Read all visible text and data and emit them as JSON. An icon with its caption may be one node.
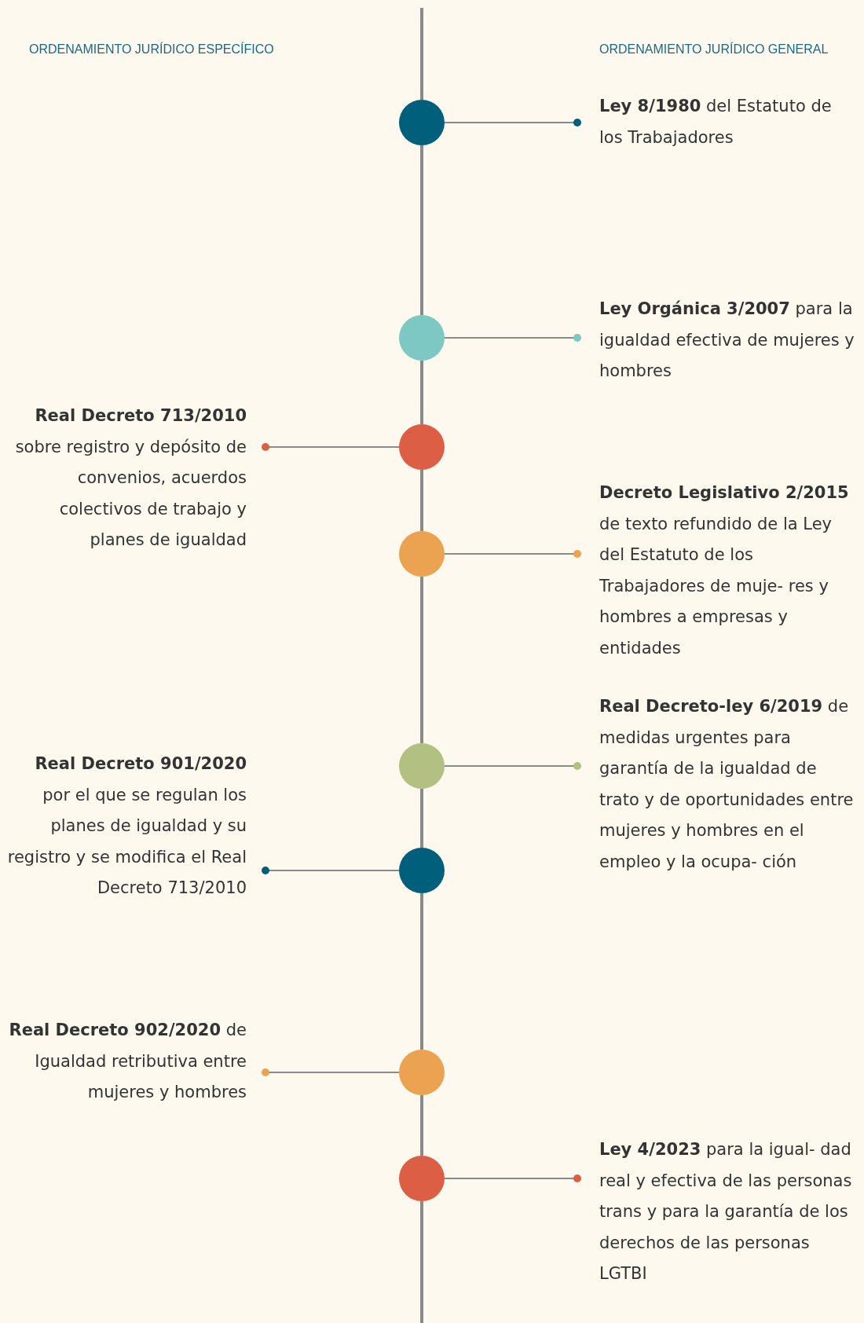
{
  "diagram": {
    "nodes": [
      {
        "text": [],
        "shape": "circle"
      },
      {
        "text": [
          "**Ley 8/1980** del Estatuto de los Trabajadores"
        ]
      },
      {
        "text": [],
        "shape": "circle"
      },
      {
        "text": [
          "**Ley Orgánica 3/2007** para la igualdad efectiva de mujeres y hombres"
        ]
      },
      {
        "text": [],
        "shape": "circle"
      },
      {
        "text": [
          "**Real Decreto 713/2010** sobre registro y depósito de convenios, acuerdos colectivos de trabajo y planes de igualdad"
        ]
      },
      {
        "text": [],
        "shape": "circle"
      },
      {
        "text": [
          "**Decreto Legislativo 2/2015** de texto refundido de la Ley del Estatuto de los Trabajadores de muje- res y hombres a empresas y entidades"
        ]
      },
      {
        "text": [],
        "shape": "circle"
      },
      {
        "text": [
          "**Real Decreto-ley 6/2019** de medidas urgentes para garantía de la igualdad de trato y de oportunidades entre mujeres y hombres en el empleo y la ocupa- ción"
        ]
      },
      {
        "text": [],
        "shape": "circle"
      },
      {
        "text": [
          "**Real Decreto 901/2020** por el que se regulan los planes de igualdad y su registro y se modifica el Real Decreto 713/2010"
        ]
      },
      {
        "text": [],
        "shape": "circle"
      },
      {
        "text": [
          "**Real Decreto 902/2020** de Igualdad retributiva entre mujeres y hombres"
        ]
      },
      {
        "text": [],
        "shape": "circle"
      },
      {
        "text": [
          "**Ley 4/2023** para la igual- dad real y efectiva de las personas trans y para la garantía de los derechos de las personas LGTBI"
        ]
      }
    ],
    "edges": [
      {
        "from": 0,
        "to": 1,
        "arrow": "other"
      },
      {
        "from": 2,
        "to": 3,
        "arrow": "other"
      },
      {
        "from": 4,
        "to": 5,
        "arrow": "other"
      },
      {
        "from": 6,
        "to": 7,
        "arrow": "other"
      },
      {
        "from": 8,
        "to": 9,
        "arrow": "other"
      },
      {
        "from": 10,
        "to": 11,
        "arrow": "other"
      },
      {
        "from": 12,
        "to": 13,
        "arrow": "other"
      },
      {
        "from": 14,
        "to": 15,
        "arrow": "other"
      },
      {
        "from": 0,
        "to": 2,
        "arrow": "none"
      },
      {
        "from": 2,
        "to": 4,
        "arrow": "none"
      },
      {
        "from": 4,
        "to": 6,
        "arrow": "none"
      },
      {
        "from": 6,
        "to": 8,
        "arrow": "none"
      },
      {
        "from": 8,
        "to": 10,
        "arrow": "none"
      },
      {
        "from": 10,
        "to": 12,
        "arrow": "none"
      },
      {
        "from": 12,
        "to": 14,
        "arrow": "none"
      }
    ],
    "labels": [
      "ORDENAMIENTO JURÍDICO ESPECÍFICO",
      "ORDENAMIENTO JURÍDICO GENERAL"
    ]
  }
}
